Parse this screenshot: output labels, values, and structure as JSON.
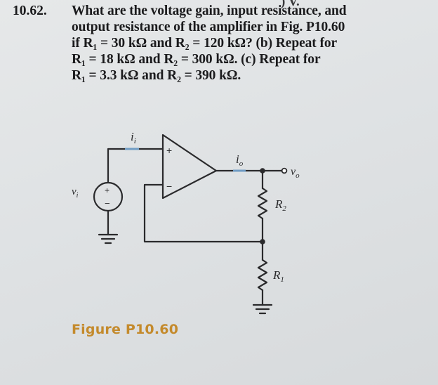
{
  "header_fragment": ") V.",
  "problem": {
    "number": "10.62.",
    "lines": [
      "What are the voltage gain, input resistance, and",
      "output resistance of the amplifier in Fig. P10.60",
      "if R₁ = 30 kΩ and R₂ = 120 kΩ? (b) Repeat for",
      "R₁ = 18 kΩ and R₂ = 300 kΩ. (c) Repeat for",
      "R₁ = 3.3 kΩ and R₂ = 390 kΩ."
    ]
  },
  "figure": {
    "caption": "Figure P10.60",
    "labels": {
      "input_current": "i",
      "input_current_sub": "i",
      "output_current": "i",
      "output_current_sub": "o",
      "output_voltage": "v",
      "output_voltage_sub": "o",
      "source_voltage": "v",
      "source_voltage_sub": "i",
      "resistor_top": "R",
      "resistor_top_sub": "2",
      "resistor_bottom": "R",
      "resistor_bottom_sub": "1",
      "opamp_plus": "+",
      "opamp_minus": "−",
      "source_plus": "+",
      "source_minus": "−"
    },
    "colors": {
      "ink": "#2a2a2c",
      "accent_wire": "#6f9cc4",
      "caption": "#c48a2c"
    }
  }
}
